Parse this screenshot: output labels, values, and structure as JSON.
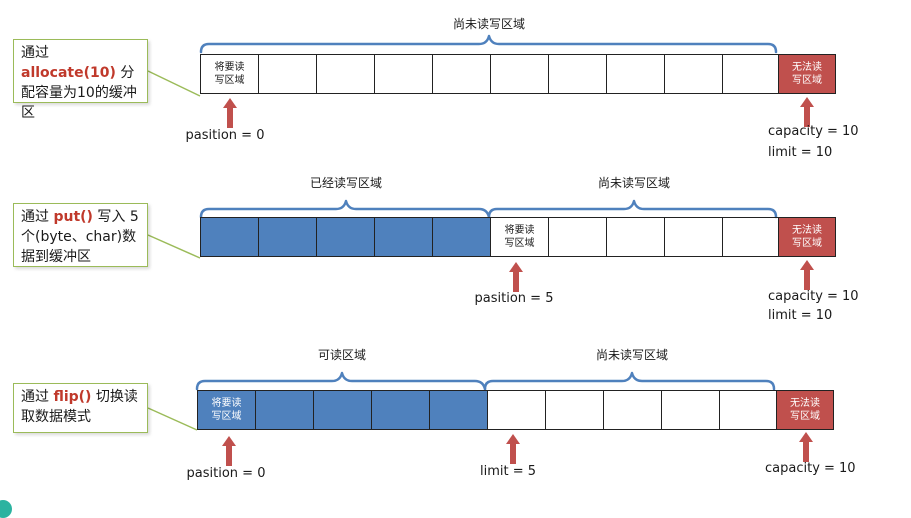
{
  "colors": {
    "filled": "#4f81bd",
    "limit_cell": "#c0504d",
    "highlight": "#c0392b",
    "callout_border": "#9bbb59",
    "arrow": "#c0504d"
  },
  "cell_texts": {
    "to_rw": "将要读\n写区域",
    "no_rw": "无法读\n写区域"
  },
  "panels": [
    {
      "callout": {
        "pre": "通过 ",
        "method": "allocate(10)",
        "post": " 分配容量为10的缓冲区"
      },
      "regions": [
        {
          "label": "尚未读写区域"
        }
      ],
      "pointers": {
        "position": "pasition = 0",
        "capacity": "capacity = 10",
        "limit": "limit = 10"
      }
    },
    {
      "callout": {
        "pre": "通过 ",
        "method": "put()",
        "post": " 写入 5 个(byte、char)数据到缓冲区"
      },
      "regions": [
        {
          "label": "已经读写区域"
        },
        {
          "label": "尚未读写区域"
        }
      ],
      "pointers": {
        "position": "pasition = 5",
        "capacity": "capacity = 10",
        "limit": "limit = 10"
      }
    },
    {
      "callout": {
        "pre": "通过 ",
        "method": "flip()",
        "post": " 切换读取数据模式"
      },
      "regions": [
        {
          "label": "可读区域"
        },
        {
          "label": "尚未读写区域"
        }
      ],
      "pointers": {
        "position": "pasition = 0",
        "limit": "limit = 5",
        "capacity": "capacity = 10"
      }
    }
  ]
}
